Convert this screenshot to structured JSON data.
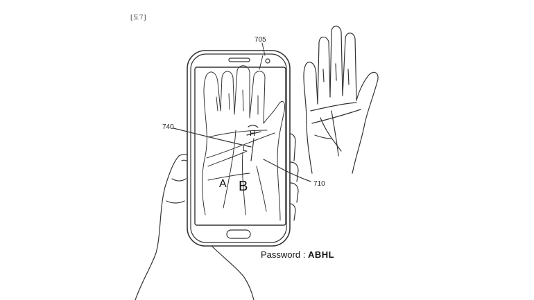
{
  "figure": {
    "label": "[도7]",
    "refs": {
      "device": "705",
      "palm_image": "710",
      "overlay": "740"
    },
    "screen_letters": [
      "A",
      "B",
      "H",
      "L"
    ],
    "password_label": "Password :",
    "password_value": "ABHL"
  }
}
